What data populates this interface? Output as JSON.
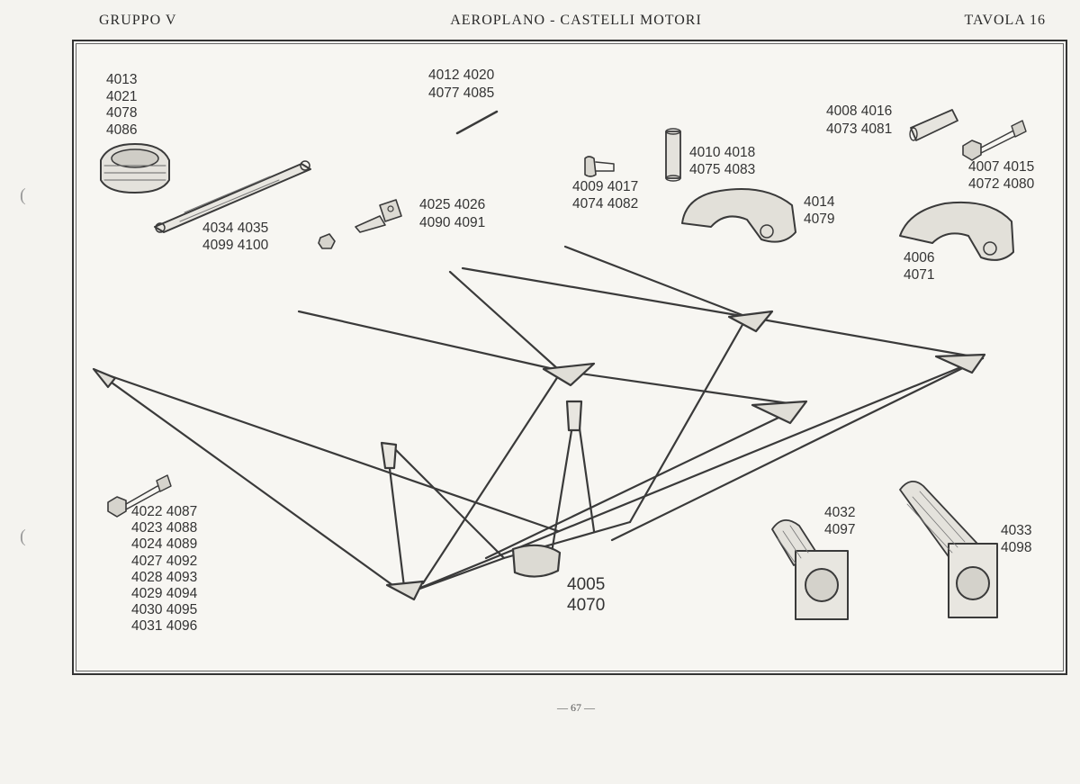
{
  "header": {
    "left": "GRUPPO V",
    "center": "AEROPLANO - CASTELLI MOTORI",
    "right": "TAVOLA 16"
  },
  "labels": {
    "block": [
      "4013",
      "4021",
      "4078",
      "4086"
    ],
    "pin_top": [
      "4012 4020",
      "4077 4085"
    ],
    "rod": [
      "4034 4035",
      "4099 4100"
    ],
    "fitting": [
      "4025 4026",
      "4090 4091"
    ],
    "small_bolt": [
      "4009 4017",
      "4074 4082"
    ],
    "sleeve": [
      "4010 4018",
      "4075 4083"
    ],
    "clamp_mid": [
      "4014",
      "4079"
    ],
    "tube_top_right": [
      "4008 4016",
      "4073 4081"
    ],
    "bolt_right": [
      "4007 4015",
      "4072 4080"
    ],
    "clamp_right": [
      "4006",
      "4071"
    ],
    "bolts_left": [
      "4022 4087",
      "4023 4088",
      "4024 4089",
      "4027 4092",
      "4028 4093",
      "4029 4094",
      "4030 4095",
      "4031 4096"
    ],
    "frame": [
      "4005",
      "4070"
    ],
    "leg_small": [
      "4032",
      "4097"
    ],
    "leg_large": [
      "4033",
      "4098"
    ]
  },
  "page_number": "— 67 —"
}
